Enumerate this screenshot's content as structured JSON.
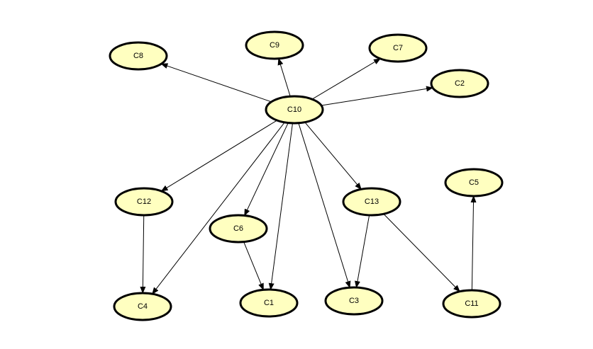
{
  "diagram": {
    "nodes": [
      {
        "id": "C8",
        "label": "C8"
      },
      {
        "id": "C9",
        "label": "C9"
      },
      {
        "id": "C7",
        "label": "C7"
      },
      {
        "id": "C2",
        "label": "C2"
      },
      {
        "id": "C10",
        "label": "C10"
      },
      {
        "id": "C12",
        "label": "C12"
      },
      {
        "id": "C6",
        "label": "C6"
      },
      {
        "id": "C13",
        "label": "C13"
      },
      {
        "id": "C5",
        "label": "C5"
      },
      {
        "id": "C4",
        "label": "C4"
      },
      {
        "id": "C1",
        "label": "C1"
      },
      {
        "id": "C3",
        "label": "C3"
      },
      {
        "id": "C11",
        "label": "C11"
      }
    ],
    "edges": [
      {
        "from": "C10",
        "to": "C8"
      },
      {
        "from": "C10",
        "to": "C9"
      },
      {
        "from": "C10",
        "to": "C7"
      },
      {
        "from": "C10",
        "to": "C2"
      },
      {
        "from": "C10",
        "to": "C12"
      },
      {
        "from": "C10",
        "to": "C6"
      },
      {
        "from": "C10",
        "to": "C13"
      },
      {
        "from": "C10",
        "to": "C4"
      },
      {
        "from": "C10",
        "to": "C1"
      },
      {
        "from": "C10",
        "to": "C3"
      },
      {
        "from": "C12",
        "to": "C4"
      },
      {
        "from": "C6",
        "to": "C1"
      },
      {
        "from": "C13",
        "to": "C3"
      },
      {
        "from": "C13",
        "to": "C11"
      },
      {
        "from": "C11",
        "to": "C5"
      }
    ],
    "colors": {
      "node_fill": "#ffffc0",
      "node_stroke": "#000000",
      "edge": "#000000"
    }
  }
}
